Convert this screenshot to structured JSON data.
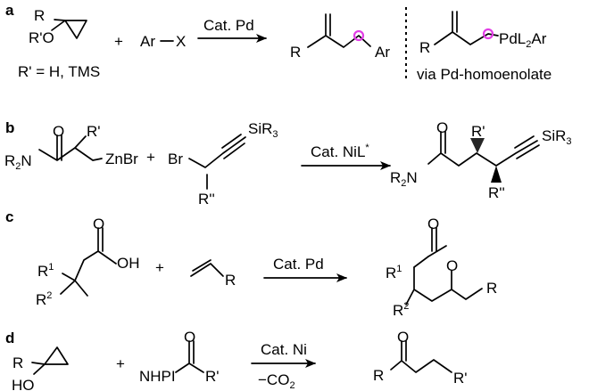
{
  "sections": [
    {
      "label": "a"
    },
    {
      "label": "b"
    },
    {
      "label": "c"
    },
    {
      "label": "d"
    }
  ],
  "section_a": {
    "r": "R",
    "r_prime_o": "R'O",
    "plus": "+",
    "ar_x_ar": "Ar",
    "ar_x_x": "X",
    "catalyst": "Cat. Pd",
    "r_def": "R' = H, TMS",
    "product_r": "R",
    "product_ar": "Ar",
    "inter_r": "R",
    "inter_pd": "PdL",
    "inter_sub": "2",
    "inter_ar": "Ar",
    "note": "via Pd-homoenolate",
    "highlight_color": "#e23ee6"
  },
  "section_b": {
    "r_prime": "R'",
    "r2n": "R",
    "r2n_sub": "2",
    "r2n_n": "N",
    "znbr": "ZnBr",
    "plus": "+",
    "br": "Br",
    "sir3": "SiR",
    "sir3_sub": "3",
    "r_dprime": "R''",
    "catalyst": "Cat. NiL",
    "catalyst_sup": "*",
    "p_r_prime": "R'",
    "p_r2n": "R",
    "p_r2n_sub": "2",
    "p_r2n_n": "N",
    "p_sir3": "SiR",
    "p_sir3_sub": "3",
    "p_r_dprime": "R''"
  },
  "section_c": {
    "oh": "OH",
    "r1": "R",
    "r1_sup": "1",
    "r2": "R",
    "r2_sup": "2",
    "plus": "+",
    "alkene_r": "R",
    "catalyst": "Cat. Pd",
    "p_o": "O",
    "p_r1": "R",
    "p_r1_sup": "1",
    "p_r2": "R",
    "p_r2_sup": "2",
    "p_r": "R"
  },
  "section_d": {
    "r": "R",
    "ho": "HO",
    "plus": "+",
    "nhpi": "NHPI",
    "r_prime": "R'",
    "catalyst": "Cat. Ni",
    "byproduct": "−CO",
    "byproduct_sub": "2",
    "p_r": "R",
    "p_r_prime": "R'"
  }
}
